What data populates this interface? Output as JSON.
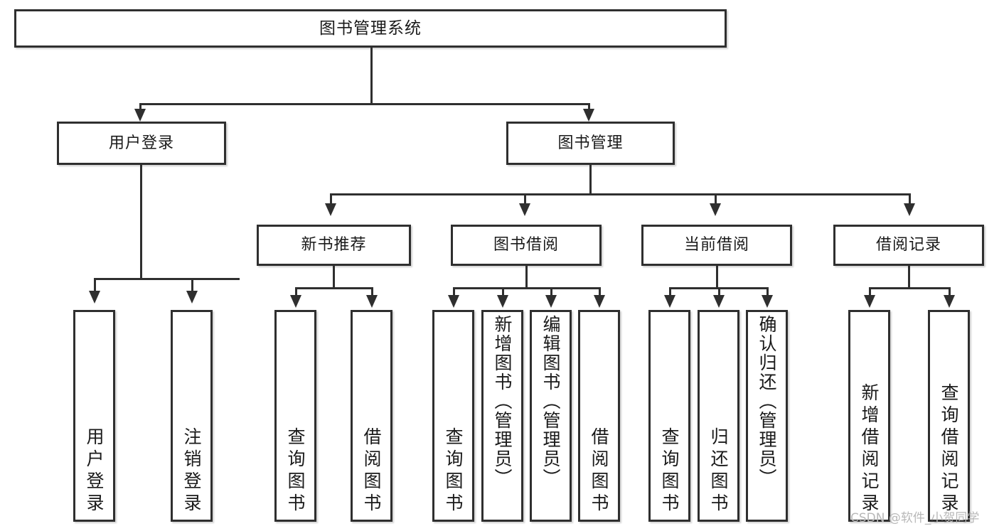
{
  "diagram": {
    "title": "图书管理系统",
    "type": "tree-hierarchy",
    "root": {
      "label": "图书管理系统"
    },
    "level1": [
      {
        "label": "用户登录"
      },
      {
        "label": "图书管理"
      }
    ],
    "level2": [
      {
        "label": "新书推荐"
      },
      {
        "label": "图书借阅"
      },
      {
        "label": "当前借阅"
      },
      {
        "label": "借阅记录"
      }
    ],
    "leaves": {
      "user_login": [
        {
          "label": "用户登录"
        },
        {
          "label": "注销登录"
        }
      ],
      "new_book_recommend": [
        {
          "label": "查询图书"
        },
        {
          "label": "借阅图书"
        }
      ],
      "book_borrow": [
        {
          "label": "查询图书"
        },
        {
          "label": "新增图书（管理员）"
        },
        {
          "label": "编辑图书（管理员）"
        },
        {
          "label": "借阅图书"
        }
      ],
      "current_borrow": [
        {
          "label": "查询图书"
        },
        {
          "label": "归还图书"
        },
        {
          "label": "确认归还（管理员）"
        }
      ],
      "borrow_record": [
        {
          "label": "新增借阅记录"
        },
        {
          "label": "查询借阅记录"
        }
      ]
    }
  },
  "watermark": {
    "text": "CSDN @软件_小贺同学"
  },
  "colors": {
    "border": "#2f2f2f",
    "background": "#ffffff",
    "text": "#1a1a1a",
    "watermark": "#b8b8b8"
  }
}
